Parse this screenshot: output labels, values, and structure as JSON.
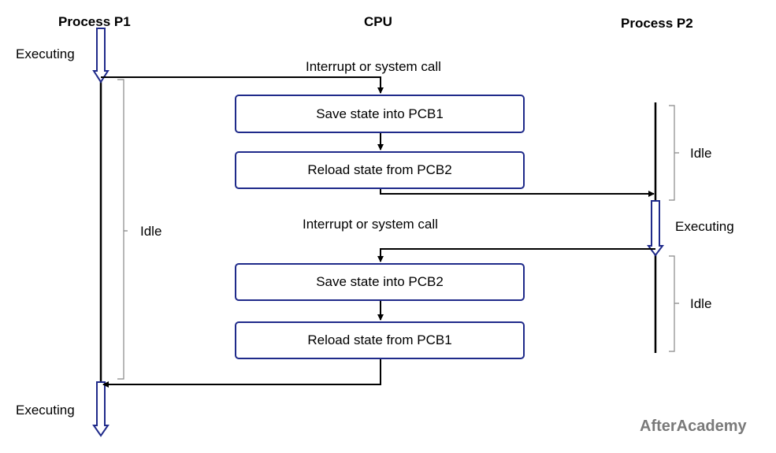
{
  "columns": {
    "p1": "Process P1",
    "cpu": "CPU",
    "p2": "Process P2"
  },
  "labels": {
    "p1_executing_top": "Executing",
    "p1_idle": "Idle",
    "p1_executing_bottom": "Executing",
    "p2_idle_top": "Idle",
    "p2_executing": "Executing",
    "p2_idle_bottom": "Idle",
    "interrupt_1": "Interrupt or system call",
    "interrupt_2": "Interrupt or system call"
  },
  "cpu_steps": [
    "Save state into PCB1",
    "Reload state from PCB2",
    "Save state into PCB2",
    "Reload state from PCB1"
  ],
  "watermark": "AfterAcademy",
  "colors": {
    "box_border": "#1f2a8a",
    "exec_arrow": "#1f2a8a",
    "line": "#000000",
    "watermark": "#7a7a7a"
  }
}
